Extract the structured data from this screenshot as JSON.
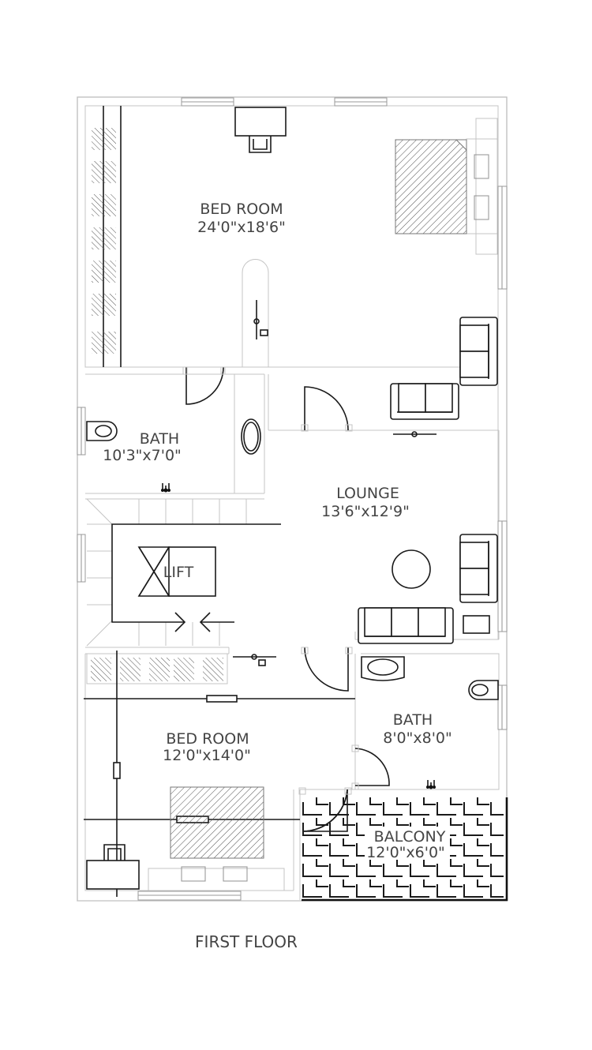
{
  "drawing_title": "FIRST FLOOR",
  "rooms": [
    {
      "name": "BED ROOM",
      "size": "24'0\"x18'6\""
    },
    {
      "name": "BATH",
      "size": "10'3\"x7'0\""
    },
    {
      "name": "LOUNGE",
      "size": "13'6\"x12'9\""
    },
    {
      "name": "LIFT"
    },
    {
      "name": "BED ROOM",
      "size": "12'0\"x14'0\""
    },
    {
      "name": "BATH",
      "size": "8'0\"x8'0\""
    },
    {
      "name": "BALCONY",
      "size": "12'0\"x6'0\""
    }
  ]
}
